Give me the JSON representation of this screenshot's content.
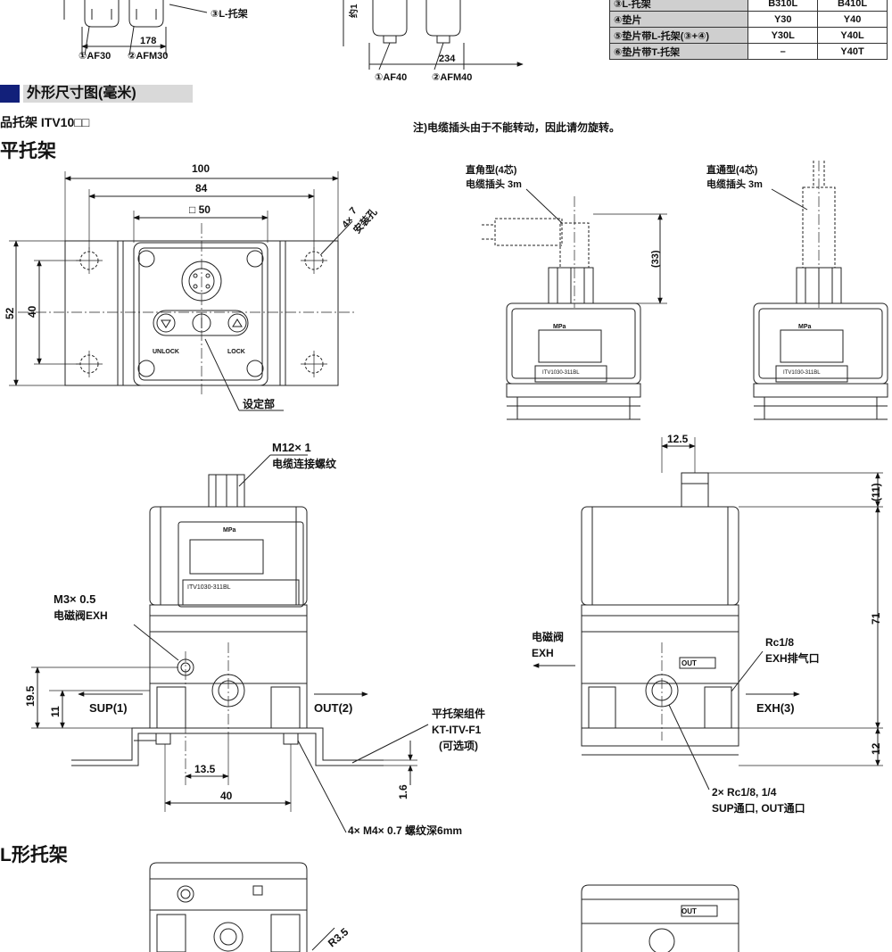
{
  "header": {
    "section_title": "外形尺寸图(毫米)",
    "bracket_line": "品托架  ITV10□□",
    "note": "注)电缆插头由于不能转动，因此请勿旋转。"
  },
  "top_fragments": {
    "left_items": [
      "①AF30",
      "②AFM30"
    ],
    "left_l_bracket": "③L-托架",
    "left_dim": "178",
    "mid_items": [
      "①AF40",
      "②AFM40"
    ],
    "mid_dim": "234",
    "mid_side_label": "约1"
  },
  "parts_table": {
    "rows": [
      {
        "name": "③L-托架",
        "a": "B310L",
        "b": "B410L"
      },
      {
        "name": "④垫片",
        "a": "Y30",
        "b": "Y40"
      },
      {
        "name": "⑤垫片带L-托架(③+④)",
        "a": "Y30L",
        "b": "Y40L"
      },
      {
        "name": "⑥垫片带T-托架",
        "a": "–",
        "b": "Y40T"
      }
    ]
  },
  "flat_bracket": {
    "title": "平托架",
    "dim_100": "100",
    "dim_84": "84",
    "dim_50": "□ 50",
    "dim_52": "52",
    "dim_40_vert": "40",
    "holes_label_a": "4× ",
    "holes_label_b": "7",
    "holes_label_c": "安装孔",
    "unlock": "UNLOCK",
    "lock": "LOCK",
    "setting_part": "设定部"
  },
  "connectors": {
    "right_angle_title": "直角型(4芯)",
    "right_angle_sub": "电缆插头 3m",
    "straight_title": "直通型(4芯)",
    "straight_sub": "电缆插头 3m",
    "dim_33": "(33)",
    "mpa": "MPa",
    "model": "ITV1030-311BL"
  },
  "front_view": {
    "m12": "M12× 1",
    "m12_sub": "电缆连接螺纹",
    "m3": "M3× 0.5",
    "m3_sub": "电磁阀EXH",
    "sup": "SUP(1)",
    "out": "OUT(2)",
    "dim_19_5": "19.5",
    "dim_11": "11",
    "dim_13_5": "13.5",
    "dim_40": "40",
    "dim_1_6": "1.6",
    "screw_note": "4× M4× 0.7 螺纹深6mm",
    "kit_title": "平托架组件",
    "kit_code": "KT-ITV-F1",
    "kit_opt": "(可选项)"
  },
  "side_view": {
    "dim_12_5": "12.5",
    "dim_11": "(11)",
    "dim_71": "71",
    "dim_12": "12",
    "solenoid": "电磁阀",
    "exh": "EXH",
    "rc18": "Rc1/8",
    "exh_port": "EXH排气口",
    "exh3": "EXH(3)",
    "ports": "2× Rc1/8, 1/4",
    "ports_sub": "SUP通口, OUT通口",
    "out_badge": "OUT"
  },
  "l_bracket": {
    "title": "L形托架",
    "r35": "R3.5"
  }
}
